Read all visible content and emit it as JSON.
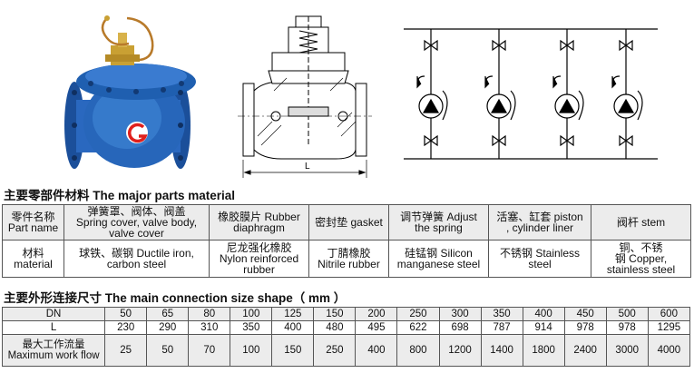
{
  "materials": {
    "title": "主要零部件材料 The major parts material",
    "header": [
      {
        "cn": "零件名称",
        "en": "Part name"
      },
      {
        "cn": "弹簧罩、阀体、阀盖",
        "en": "Spring cover, valve body, valve cover"
      },
      {
        "cn": "橡胶膜片 Rubber",
        "en": "diaphragm"
      },
      {
        "cn": "密封垫 gasket",
        "en": ""
      },
      {
        "cn": "调节弹簧 Adjust",
        "en": "the spring"
      },
      {
        "cn": "活塞、缸套 piston",
        "en": ", cylinder liner"
      },
      {
        "cn": "阀杆 stem",
        "en": ""
      }
    ],
    "row": [
      {
        "cn": "材料",
        "en": "material"
      },
      {
        "cn": "球铁、碳钢 Ductile iron,",
        "en": "carbon steel"
      },
      {
        "cn": "尼龙强化橡胶",
        "en": "Nylon reinforced rubber"
      },
      {
        "cn": "丁腈橡胶",
        "en": "Nitrile rubber"
      },
      {
        "cn": "硅锰钢 Silicon",
        "en": "manganese steel"
      },
      {
        "cn": "不锈钢 Stainless",
        "en": "steel"
      },
      {
        "cn": "铜、不锈",
        "en": "钢 Copper, stainless steel"
      }
    ]
  },
  "sizes": {
    "title": "主要外形连接尺寸 The main connection size shape（ mm ）",
    "rows": [
      {
        "label_cn": "DN",
        "label_en": "",
        "values": [
          "50",
          "65",
          "80",
          "100",
          "125",
          "150",
          "200",
          "250",
          "300",
          "350",
          "400",
          "450",
          "500",
          "600"
        ]
      },
      {
        "label_cn": "L",
        "label_en": "",
        "values": [
          "230",
          "290",
          "310",
          "350",
          "400",
          "480",
          "495",
          "622",
          "698",
          "787",
          "914",
          "978",
          "978",
          "1295"
        ]
      },
      {
        "label_cn": "最大工作流量",
        "label_en": "Maximum work flow",
        "values": [
          "25",
          "50",
          "70",
          "100",
          "150",
          "250",
          "400",
          "800",
          "1200",
          "1400",
          "1800",
          "2400",
          "3000",
          "4000"
        ]
      }
    ]
  },
  "drawing": {
    "dimension_label": "L"
  },
  "colors": {
    "valve_blue": "#1f5fb0",
    "pump_red": "#e0201c",
    "line_black": "#000000",
    "header_gray": "#ececec"
  }
}
